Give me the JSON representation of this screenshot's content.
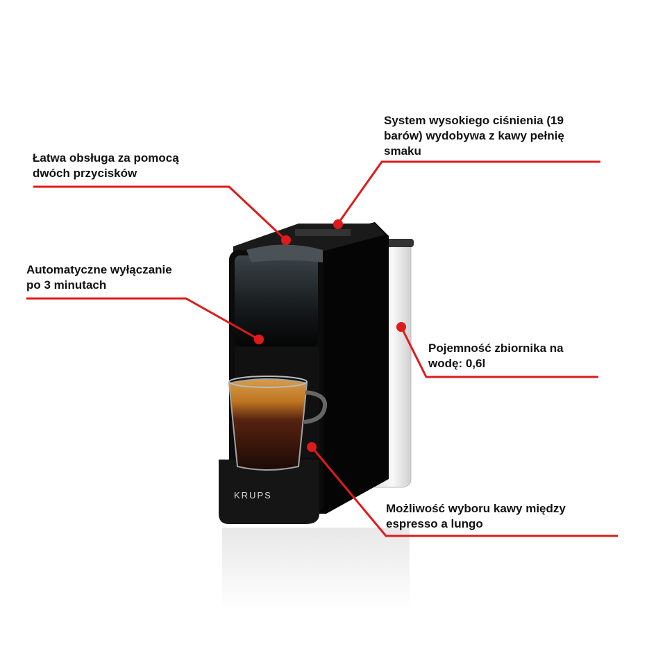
{
  "product": {
    "brand": "KRUPS",
    "body_color": "#0a0a0a",
    "accent_color": "#e01a1a"
  },
  "callouts": [
    {
      "id": "pressure",
      "text": "System wysokiego ciśnienia (19 barów) wydobywa z kawy pełnię smaku",
      "lines": [
        "System wysokiego ciśnienia (19",
        "barów) wydobywa z kawy pełnię",
        "smaku"
      ]
    },
    {
      "id": "buttons",
      "text": "Łatwa obsługa za pomocą dwóch przycisków",
      "lines": [
        "Łatwa obsługa za pomocą",
        "dwóch przycisków"
      ]
    },
    {
      "id": "auto_off",
      "text": "Automatyczne wyłączanie po 3 minutach",
      "lines": [
        "Automatyczne wyłączanie",
        "po 3 minutach"
      ]
    },
    {
      "id": "tank",
      "text": "Pojemność zbiornika na wodę: 0,6l",
      "lines": [
        "Pojemność zbiornika na",
        "wodę: 0,6l"
      ]
    },
    {
      "id": "choice",
      "text": "Możliwość wyboru kawy między espresso a lungo",
      "lines": [
        "Możliwość wyboru kawy między",
        "espresso a lungo"
      ]
    }
  ]
}
